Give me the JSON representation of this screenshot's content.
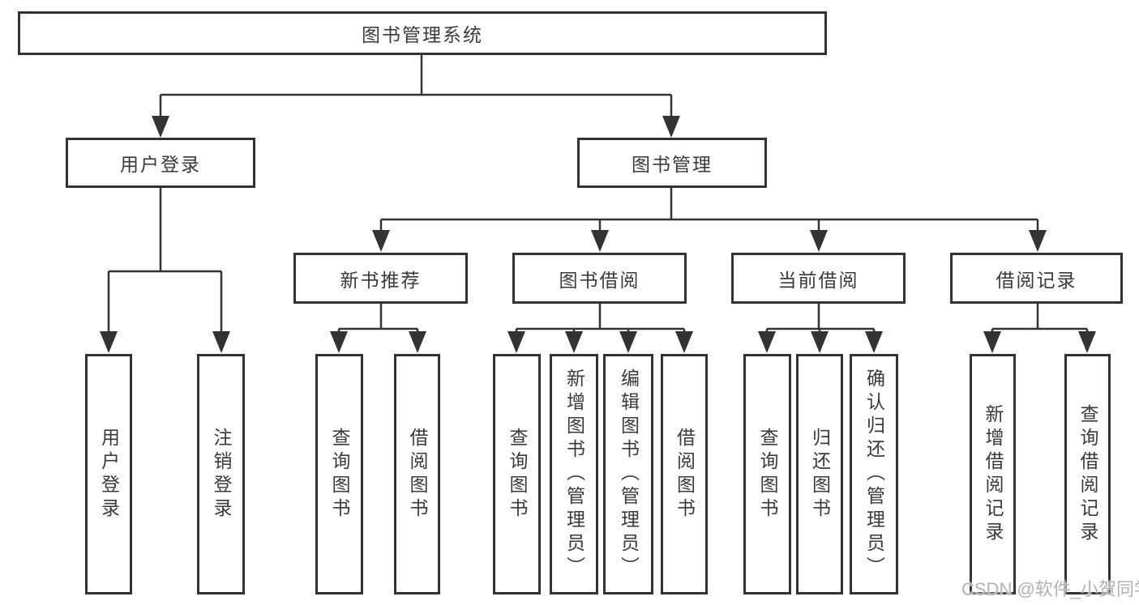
{
  "tree": {
    "root": {
      "label": "图书管理系统"
    },
    "branches": [
      {
        "label": "用户登录",
        "children": [
          {
            "label": "用户登录"
          },
          {
            "label": "注销登录"
          }
        ]
      },
      {
        "label": "图书管理",
        "children": [
          {
            "label": "新书推荐",
            "children": [
              {
                "label": "查询图书"
              },
              {
                "label": "借阅图书"
              }
            ]
          },
          {
            "label": "图书借阅",
            "children": [
              {
                "label": "查询图书"
              },
              {
                "label": "新增图书（管理员）"
              },
              {
                "label": "编辑图书（管理员）"
              },
              {
                "label": "借阅图书"
              }
            ]
          },
          {
            "label": "当前借阅",
            "children": [
              {
                "label": "查询图书"
              },
              {
                "label": "归还图书"
              },
              {
                "label": "确认归还（管理员）"
              }
            ]
          },
          {
            "label": "借阅记录",
            "children": [
              {
                "label": "新增借阅记录"
              },
              {
                "label": "查询借阅记录"
              }
            ]
          }
        ]
      }
    ]
  },
  "watermark": {
    "text": "CSDN @软件_小贺同学"
  },
  "colors": {
    "line": "#333333",
    "text": "#3a3a3a",
    "background": "#ffffff",
    "watermark": "#b2b2b2"
  }
}
